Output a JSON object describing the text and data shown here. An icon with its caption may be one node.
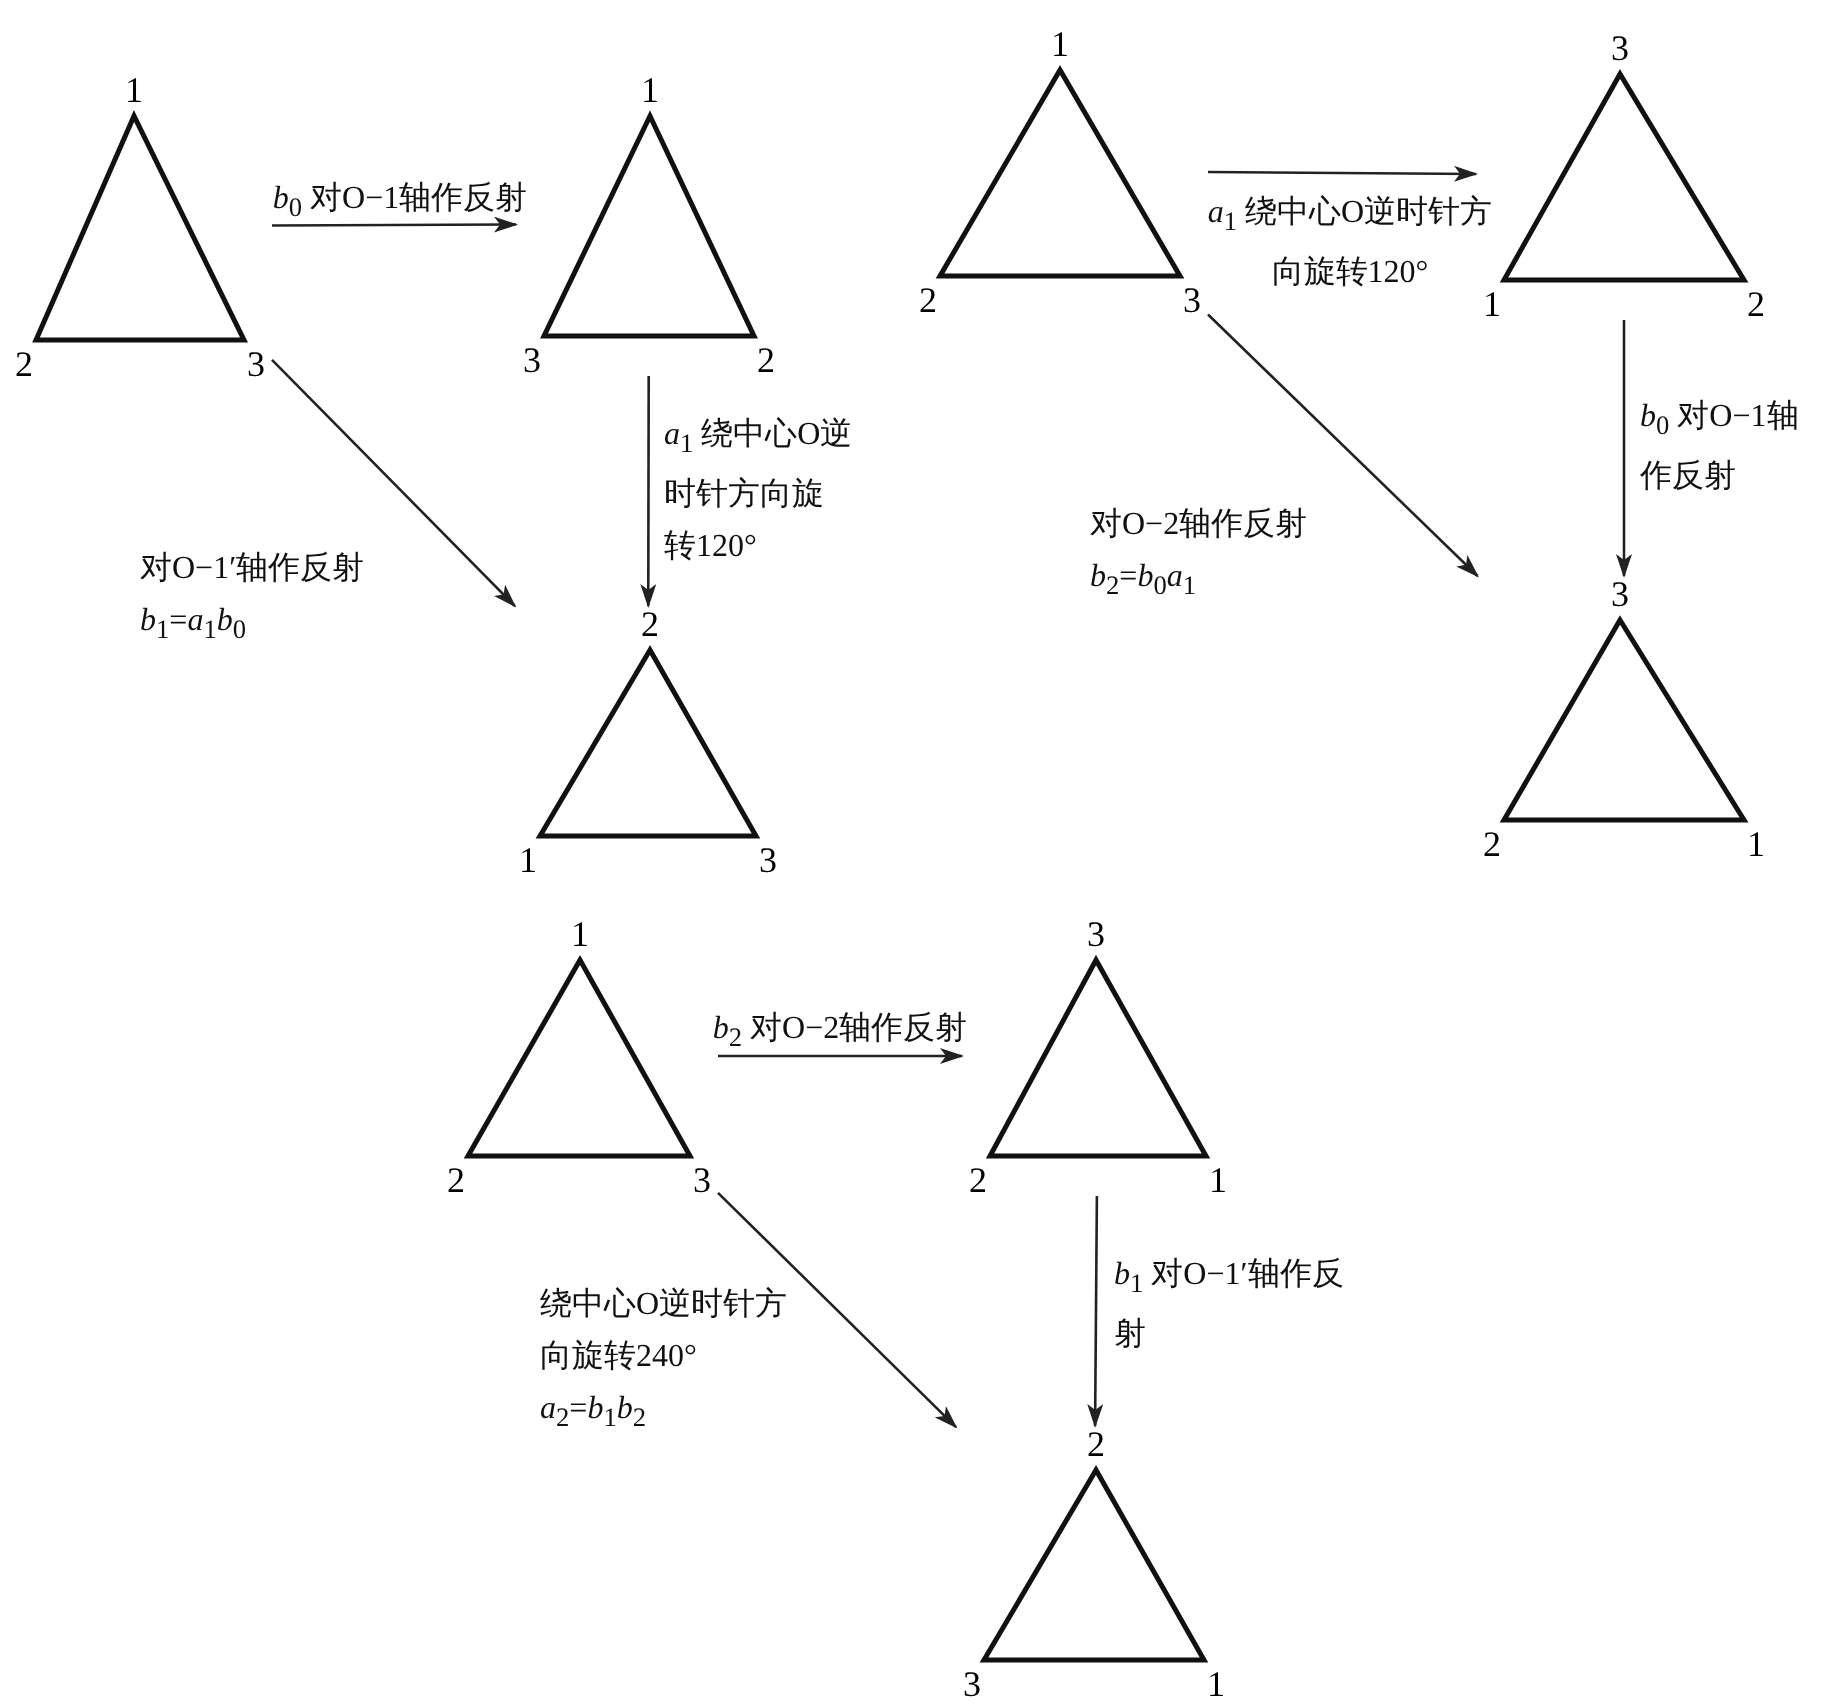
{
  "diagram": {
    "nodes": [
      {
        "text": [],
        "shape": "triangle",
        "beside": [
          "1",
          "2",
          "3"
        ]
      },
      {
        "text": [],
        "shape": "triangle",
        "beside": [
          "1",
          "3",
          "2"
        ]
      },
      {
        "text": [],
        "shape": "triangle",
        "beside": [
          "2",
          "1",
          "3"
        ]
      },
      {
        "text": [],
        "shape": "triangle",
        "beside": [
          "1",
          "2",
          "3"
        ]
      },
      {
        "text": [],
        "shape": "triangle",
        "beside": [
          "3",
          "1",
          "2"
        ]
      },
      {
        "text": [],
        "shape": "triangle",
        "beside": [
          "3",
          "2",
          "1"
        ]
      },
      {
        "text": [],
        "shape": "triangle",
        "beside": [
          "1",
          "2",
          "3"
        ]
      },
      {
        "text": [],
        "shape": "triangle",
        "beside": [
          "3",
          "2",
          "1"
        ]
      },
      {
        "text": [],
        "shape": "triangle",
        "beside": [
          "2",
          "3",
          "1"
        ]
      }
    ],
    "edges": [
      {
        "from": 0,
        "to": 1,
        "arrow": "to",
        "label": "*b*$_{0}$ 对O−1轴作反射"
      },
      {
        "from": 1,
        "to": 2,
        "arrow": "to",
        "label": "*a*$_{1}$ 绕中心O逆时针方向旋转120°"
      },
      {
        "from": 0,
        "to": 2,
        "arrow": "to",
        "label": "对O−1′轴作反射 *b*$_{1}$=*a*$_{1}$*b*$_{0}$"
      },
      {
        "from": 3,
        "to": 4,
        "arrow": "to",
        "label": "*a*$_{1}$ 绕中心O逆时针方向旋转120°"
      },
      {
        "from": 4,
        "to": 5,
        "arrow": "to",
        "label": "*b*$_{0}$ 对O−1轴作反射"
      },
      {
        "from": 3,
        "to": 5,
        "arrow": "to",
        "label": "对O−2轴作反射 *b*$_{2}$=*b*$_{0}$*a*$_{1}$"
      },
      {
        "from": 6,
        "to": 7,
        "arrow": "to",
        "label": "*b*$_{2}$ 对O−2轴作反射"
      },
      {
        "from": 7,
        "to": 8,
        "arrow": "to",
        "label": "*b*$_{1}$ 对O−1′轴作反射"
      },
      {
        "from": 6,
        "to": 8,
        "arrow": "to",
        "label": "绕中心O逆时针方向旋转240° *a*$_{2}$=*b*$_{1}$*b*$_{2}$"
      }
    ]
  }
}
